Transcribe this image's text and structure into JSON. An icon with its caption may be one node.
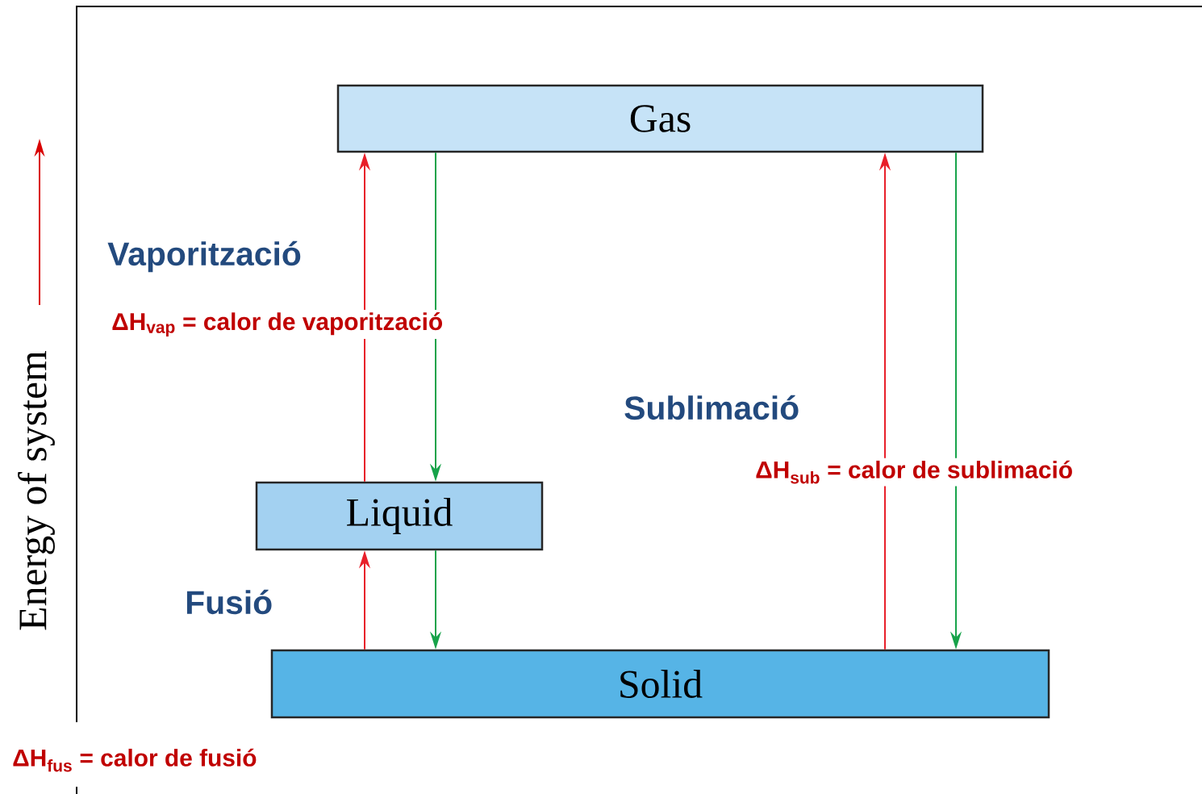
{
  "diagram": {
    "nodes": [
      {
        "text": [
          "Gas"
        ]
      },
      {
        "text": [
          "Liquid"
        ]
      },
      {
        "text": [
          "Solid"
        ]
      }
    ],
    "edges": [
      {
        "from": 1,
        "to": 0,
        "arrow": "to",
        "color": "#e8202a"
      },
      {
        "from": 0,
        "to": 1,
        "arrow": "to",
        "color": "#17a34a"
      },
      {
        "from": 2,
        "to": 1,
        "arrow": "to",
        "color": "#e8202a"
      },
      {
        "from": 1,
        "to": 2,
        "arrow": "to",
        "color": "#17a34a"
      },
      {
        "from": 2,
        "to": 0,
        "arrow": "to",
        "color": "#e8202a"
      },
      {
        "from": 0,
        "to": 2,
        "arrow": "to",
        "color": "#17a34a"
      }
    ],
    "labels": [
      "Vaporització",
      "ΔH$_{vap}$ = calor de vaporització",
      "Sublimació",
      "ΔH$_{sub}$ = calor de sublimació",
      "Fusió",
      "ΔH$_{fus}$ = calor de fusió",
      "Energy of system"
    ]
  }
}
